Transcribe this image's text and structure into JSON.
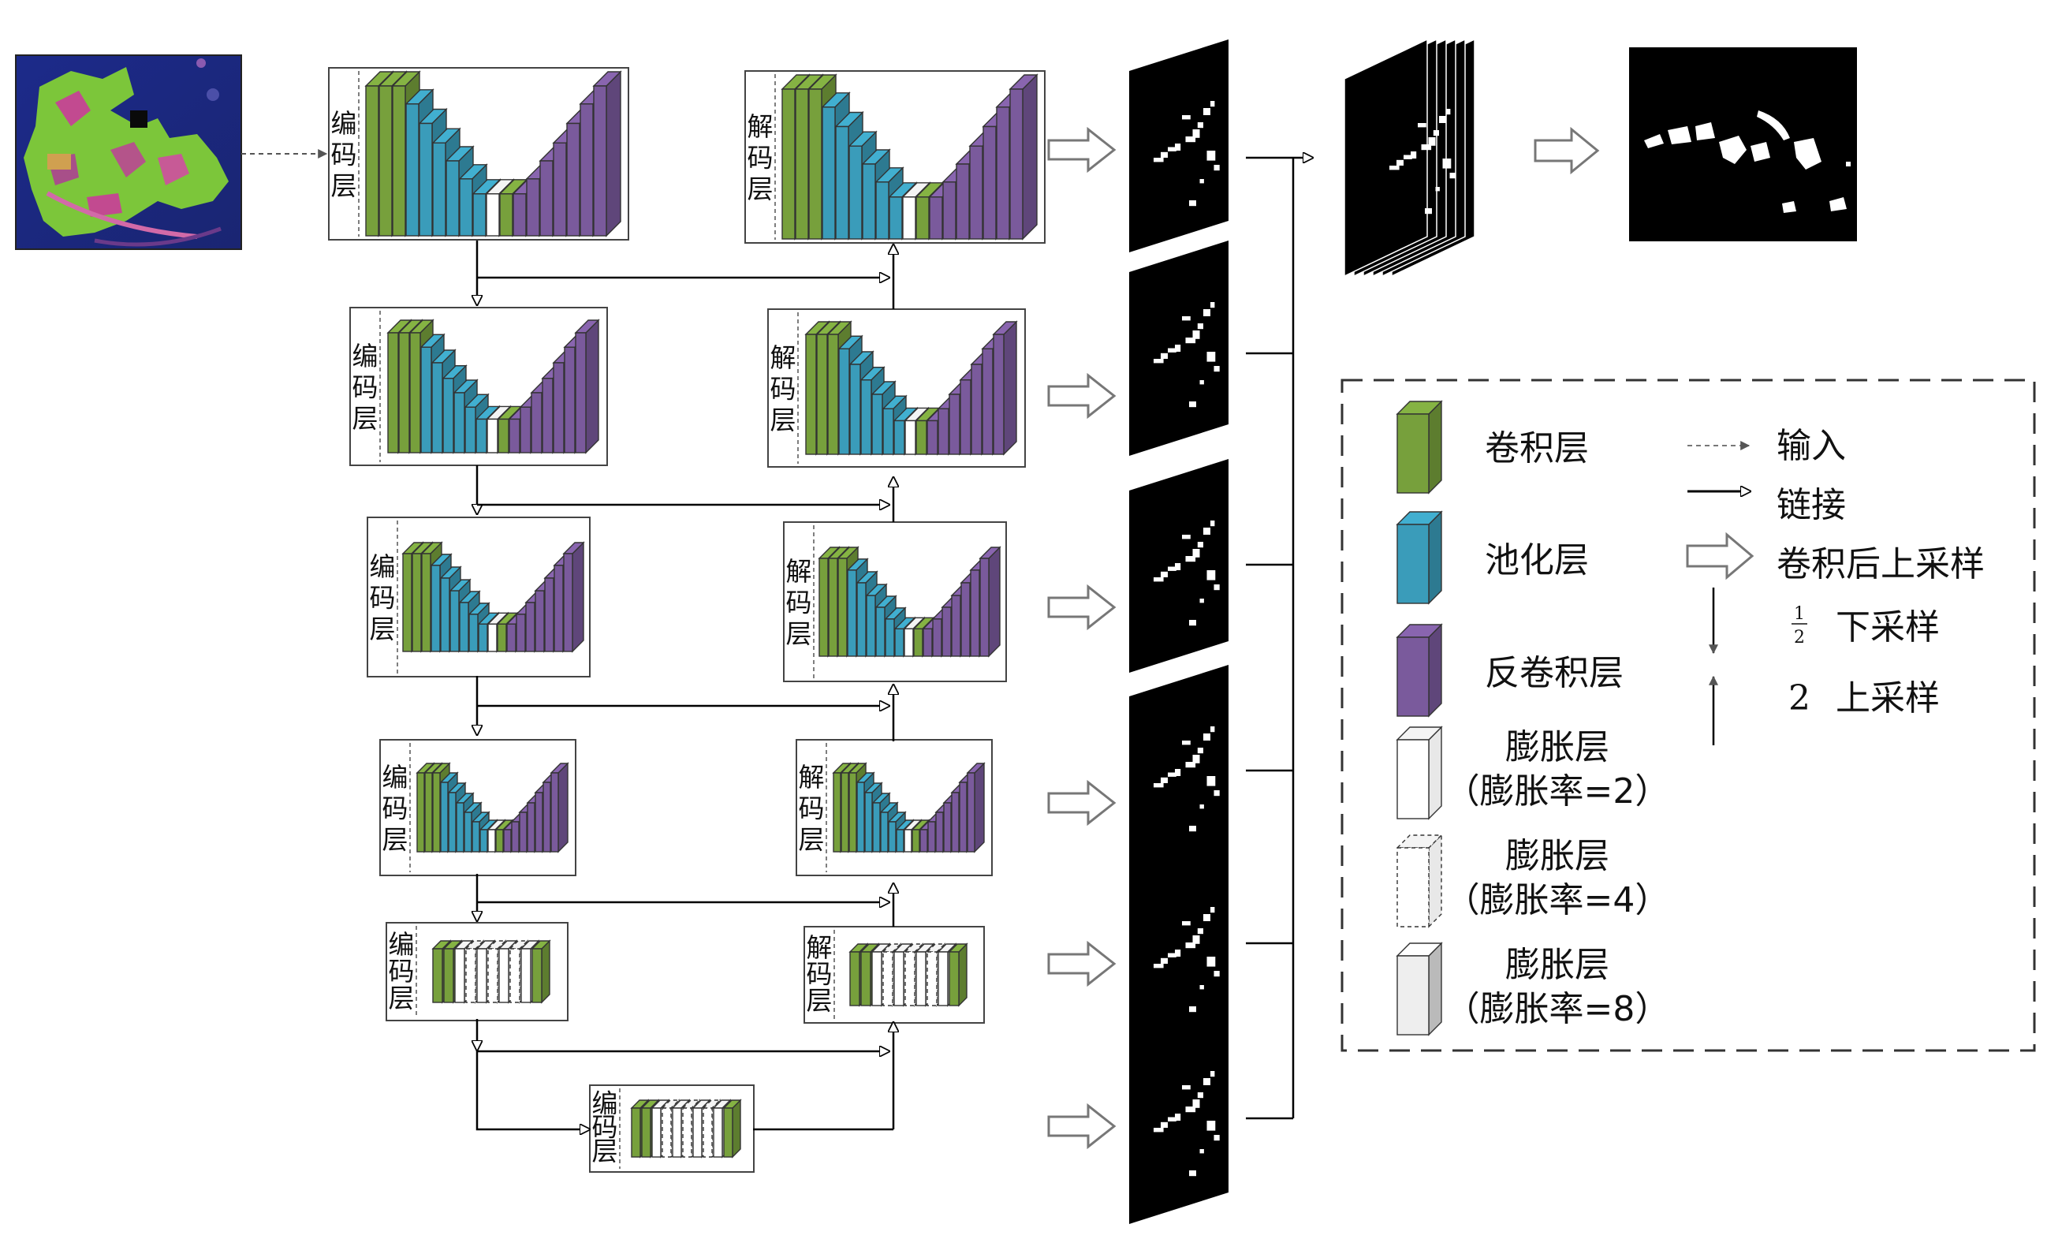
{
  "blocks": {
    "encoder_label": "编\n码\n层",
    "decoder_label": "解\n码\n层"
  },
  "legend": {
    "conv": "卷积层",
    "pool": "池化层",
    "deconv": "反卷积层",
    "dil2_name": "膨胀层",
    "dil2_rate": "（膨胀率=2）",
    "dil4_name": "膨胀层",
    "dil4_rate": "（膨胀率=4）",
    "dil8_name": "膨胀层",
    "dil8_rate": "（膨胀率=8）",
    "input": "输入",
    "link": "链接",
    "conv_upsample": "卷积后上采样",
    "down_num": "1",
    "down_den": "2",
    "down_text": "下采样",
    "up_num": "2",
    "up_text": "上采样"
  },
  "colors": {
    "conv": "#77a03c",
    "pool": "#3a9cba",
    "deconv": "#7a5a9c",
    "dilated": "#ffffff",
    "mask_bg": "#000000",
    "mask_fg": "#ffffff"
  },
  "icons": {
    "satellite": "satellite-image-icon",
    "mask": "segmentation-mask-icon"
  }
}
